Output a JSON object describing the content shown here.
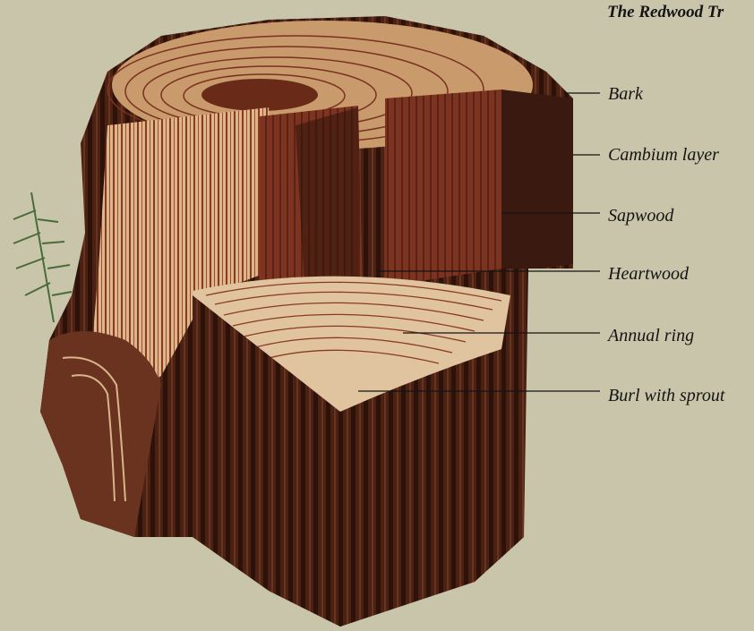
{
  "figure": {
    "title": "The Redwood Tr",
    "labels": {
      "bark": "Bark",
      "cambium": "Cambium layer",
      "sapwood": "Sapwood",
      "heartwood": "Heartwood",
      "annual_ring": "Annual ring",
      "burl": "Burl with sprout"
    }
  },
  "colors": {
    "background": "#c9c5aa",
    "bark_dark": "#3a1a10",
    "bark_mid": "#5a2a18",
    "sapwood": "#d9b48a",
    "heartwood": "#7a3220",
    "ring_line": "#6b2e1c",
    "leader_line": "#141414",
    "fern": "#4a6a3a"
  }
}
